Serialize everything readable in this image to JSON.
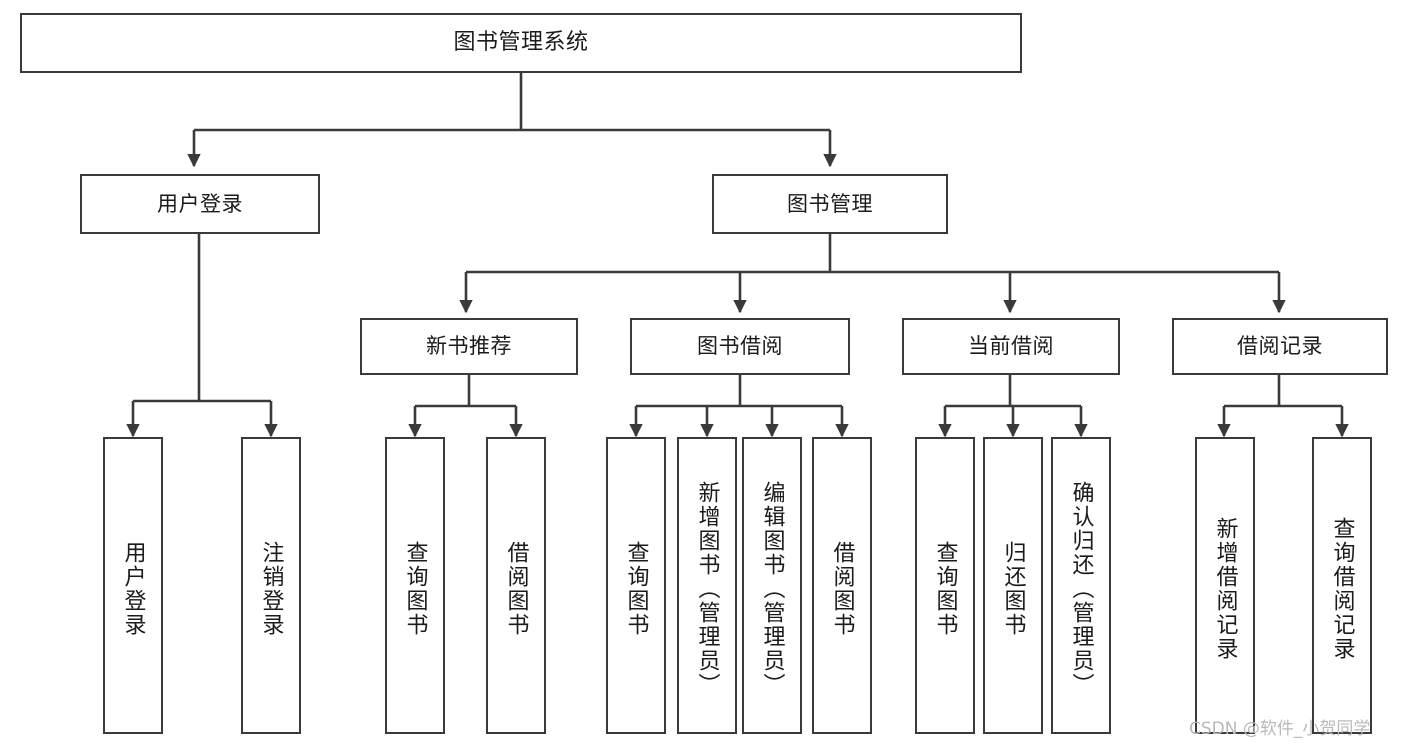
{
  "diagram": {
    "title": "图书管理系统",
    "type": "tree-hierarchy",
    "orientation": "top-down",
    "colors": {
      "box_border": "#3a3a3a",
      "box_fill": "#ffffff",
      "edge": "#3a3a3a",
      "text": "#1b1b1b",
      "watermark": "#b9b9b9",
      "background": "#ffffff"
    }
  },
  "watermark": {
    "text": "CSDN @软件_小贺同学"
  },
  "nodes": {
    "root": {
      "label": "图书管理系统"
    },
    "level2": [
      {
        "label": "用户登录"
      },
      {
        "label": "图书管理"
      }
    ],
    "level3": [
      {
        "label": "新书推荐"
      },
      {
        "label": "图书借阅"
      },
      {
        "label": "当前借阅"
      },
      {
        "label": "借阅记录"
      }
    ],
    "leaves": {
      "user_login": [
        {
          "label": "用户登录"
        },
        {
          "label": "注销登录"
        }
      ],
      "new_book_recommend": [
        {
          "label": "查询图书"
        },
        {
          "label": "借阅图书"
        }
      ],
      "book_borrow": [
        {
          "label": "查询图书"
        },
        {
          "label": "新增图书（管理员）"
        },
        {
          "label": "编辑图书（管理员）"
        },
        {
          "label": "借阅图书"
        }
      ],
      "current_borrow": [
        {
          "label": "查询图书"
        },
        {
          "label": "归还图书"
        },
        {
          "label": "确认归还（管理员）"
        }
      ],
      "borrow_record": [
        {
          "label": "新增借阅记录"
        },
        {
          "label": "查询借阅记录"
        }
      ]
    }
  }
}
